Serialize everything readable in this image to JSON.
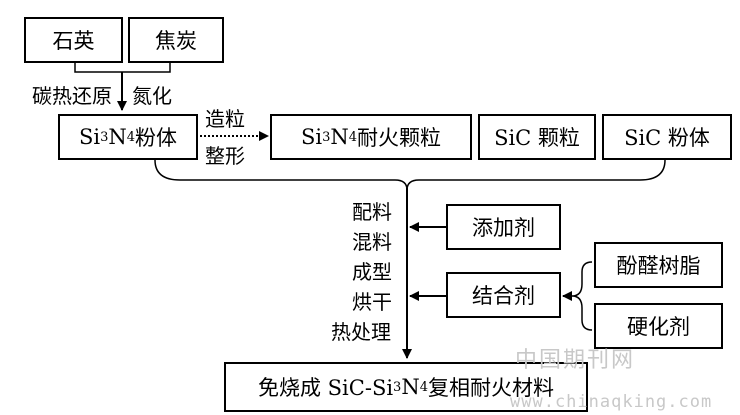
{
  "boxes": {
    "quartz": "石英",
    "coke": "焦炭",
    "si3n4_powder": {
      "a": "Si",
      "b": "3",
      "c": "N",
      "d": "4",
      "e": " 粉体"
    },
    "si3n4_granules": {
      "a": "Si",
      "b": "3",
      "c": "N",
      "d": "4",
      "e": " 耐火颗粒"
    },
    "sic_granules": "SiC 颗粒",
    "sic_powder": "SiC 粉体",
    "additive": "添加剂",
    "binder": "结合剂",
    "phenolic_resin": "酚醛树脂",
    "hardener": "硬化剂",
    "product": {
      "a": "免烧成 SiC-Si",
      "b": "3",
      "c": "N",
      "d": "4",
      "e": " 复相耐火材料"
    }
  },
  "labels": {
    "carbothermal": "碳热还原",
    "nitridation": "氮化",
    "granulation": "造粒",
    "shaping": "整形",
    "steps": [
      "配料",
      "混料",
      "成型",
      "烘干",
      "热处理"
    ]
  },
  "watermark": {
    "cn": "中国期刊网",
    "url": "www.chinaqking.com"
  }
}
